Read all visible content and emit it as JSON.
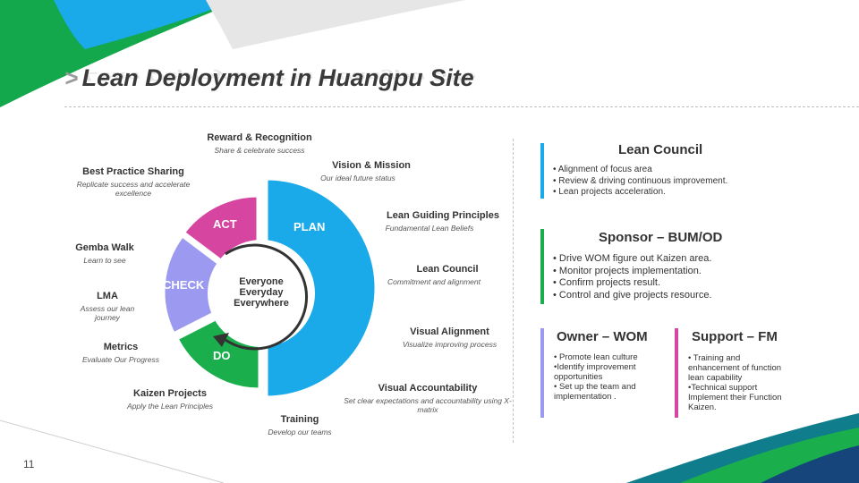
{
  "slide": {
    "title_arrow": ">",
    "title": "Lean Deployment in Huangpu Site",
    "page_number": "11"
  },
  "wheel": {
    "segments": [
      {
        "label": "PLAN",
        "color": "#1aa9e9"
      },
      {
        "label": "DO",
        "color": "#1aae4c"
      },
      {
        "label": "CHECK",
        "color": "#9b9af0"
      },
      {
        "label": "ACT",
        "color": "#d6459f"
      }
    ],
    "center_lines": [
      "Everyone",
      "Everyday",
      "Everywhere"
    ]
  },
  "labels": {
    "reward": {
      "heading": "Reward & Recognition",
      "sub": "Share & celebrate success"
    },
    "vision": {
      "heading": "Vision & Mission",
      "sub": "Our ideal future status"
    },
    "best_practice": {
      "heading": "Best Practice Sharing",
      "sub": "Replicate success and accelerate excellence"
    },
    "guiding": {
      "heading": "Lean Guiding Principles",
      "sub": "Fundamental Lean Beliefs"
    },
    "gemba": {
      "heading": "Gemba Walk",
      "sub": "Learn to see"
    },
    "council": {
      "heading": "Lean Council",
      "sub": "Commitment and alignment"
    },
    "lma": {
      "heading": "LMA",
      "sub": "Assess our lean journey"
    },
    "metrics": {
      "heading": "Metrics",
      "sub": "Evaluate Our Progress"
    },
    "visual_alignment": {
      "heading": "Visual Alignment",
      "sub": "Visualize improving process"
    },
    "kaizen": {
      "heading": "Kaizen Projects",
      "sub": "Apply the Lean Principles"
    },
    "visual_accountability": {
      "heading": "Visual Accountability",
      "sub": "Set clear expectations and accountability using X-matrix"
    },
    "training": {
      "heading": "Training",
      "sub": "Develop our teams"
    }
  },
  "panels": {
    "lean_council": {
      "title": "Lean Council",
      "color": "#1aa9e9",
      "items": [
        "• Alignment  of focus area",
        "• Review & driving continuous improvement.",
        "• Lean projects acceleration."
      ]
    },
    "sponsor": {
      "title": "Sponsor – BUM/OD",
      "color": "#1aae4c",
      "items": [
        "• Drive WOM figure out Kaizen area.",
        "• Monitor projects implementation.",
        "• Confirm projects result.",
        "• Control and give projects resource."
      ]
    },
    "owner": {
      "title": "Owner – WOM",
      "color": "#9b9af0",
      "items": [
        "• Promote lean culture",
        "•Identify improvement opportunities",
        "• Set up the team and implementation  ."
      ]
    },
    "support": {
      "title": "Support – FM",
      "color": "#d6459f",
      "items": [
        "• Training and enhancement of function lean capability",
        "•Technical support Implement their Function Kaizen."
      ]
    }
  }
}
